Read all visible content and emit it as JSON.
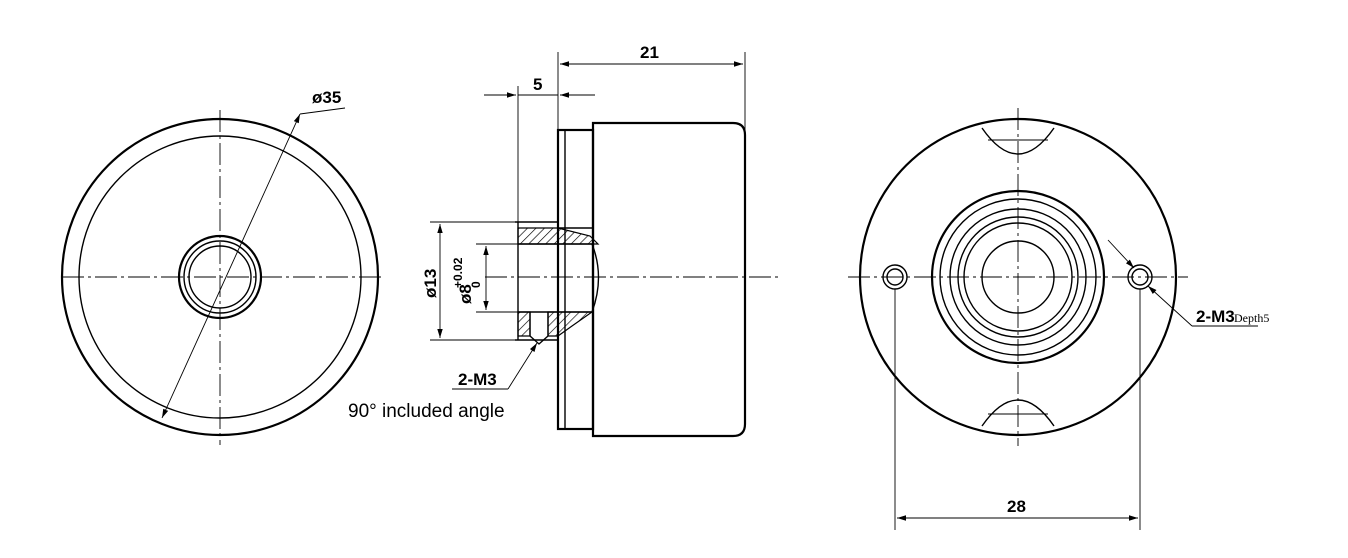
{
  "views": {
    "front": {
      "dim_diameter": "ø35"
    },
    "side": {
      "dim_length": "21",
      "dim_step": "5",
      "dim_outer_diameter": "ø13",
      "dim_bore_diameter": "ø8",
      "dim_bore_tol_upper": "+0.02",
      "dim_bore_tol_lower": "0",
      "thread_callout": "2-M3",
      "angle_note": "90° included angle"
    },
    "rear": {
      "thread_callout": "2-M3",
      "thread_depth": "Depth5",
      "dim_hole_spacing": "28"
    }
  },
  "colors": {
    "line": "#000000",
    "background": "#ffffff"
  }
}
